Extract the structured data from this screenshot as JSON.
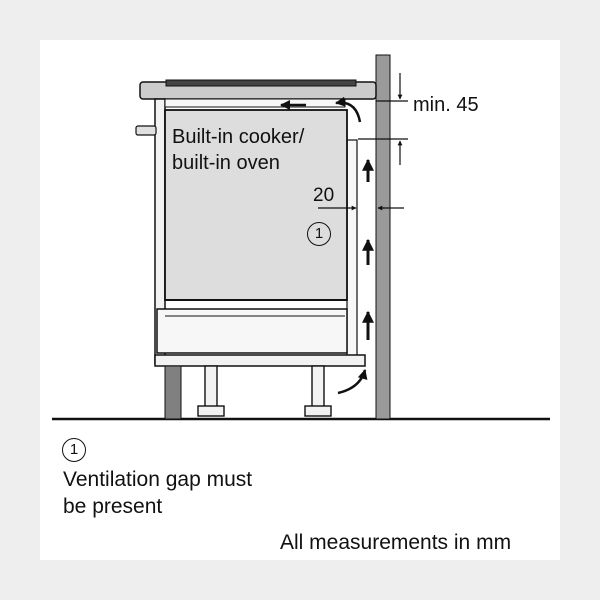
{
  "labels": {
    "cooker_line1": "Built-in cooker/",
    "cooker_line2": "built-in oven",
    "min_gap": "min. 45",
    "side_gap": "20",
    "marker": "1"
  },
  "legend": {
    "marker": "1",
    "line1": "Ventilation gap must",
    "line2": "be present"
  },
  "footer": "All measurements in mm",
  "colors": {
    "background": "#eeeeee",
    "panel": "#ffffff",
    "line": "#111111",
    "oven_fill": "#dddddd",
    "wall_fill": "#9a9a9a",
    "plinth_fill": "#808080",
    "cabinet_fill": "#f2f2f2"
  },
  "icons": [
    "arrow-up-icon",
    "arrow-left-icon",
    "curved-arrow-icon",
    "dimension-arrow-icon",
    "circled-number-icon"
  ]
}
